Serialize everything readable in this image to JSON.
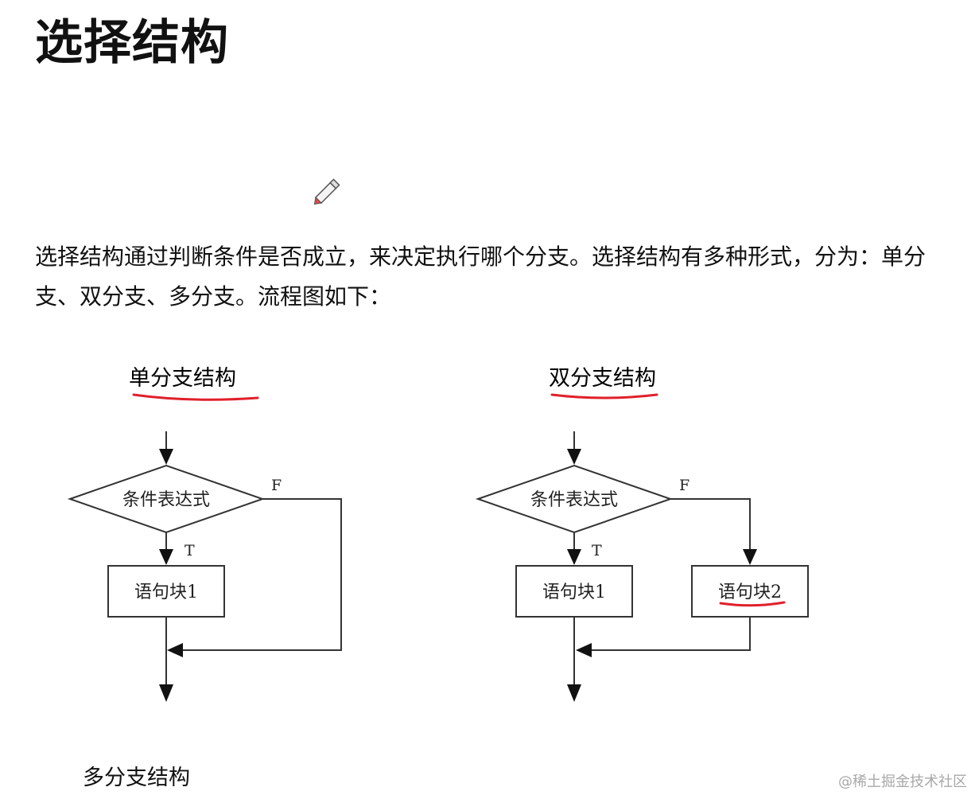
{
  "title": "选择结构",
  "paragraph": "选择结构通过判断条件是否成立，来决定执行哪个分支。选择结构有多种形式，分为：单分支、双分支、多分支。流程图如下：",
  "single_branch": {
    "heading": "单分支结构",
    "condition": "条件表达式",
    "true_label": "T",
    "false_label": "F",
    "block1": "语句块1"
  },
  "double_branch": {
    "heading": "双分支结构",
    "condition": "条件表达式",
    "true_label": "T",
    "false_label": "F",
    "block1": "语句块1",
    "block2": "语句块2"
  },
  "multi_branch_heading": "多分支结构",
  "watermark": "@稀土掘金技术社区",
  "colors": {
    "underline": "#e0202a",
    "text": "#111111",
    "watermark": "#a8a8a8"
  }
}
